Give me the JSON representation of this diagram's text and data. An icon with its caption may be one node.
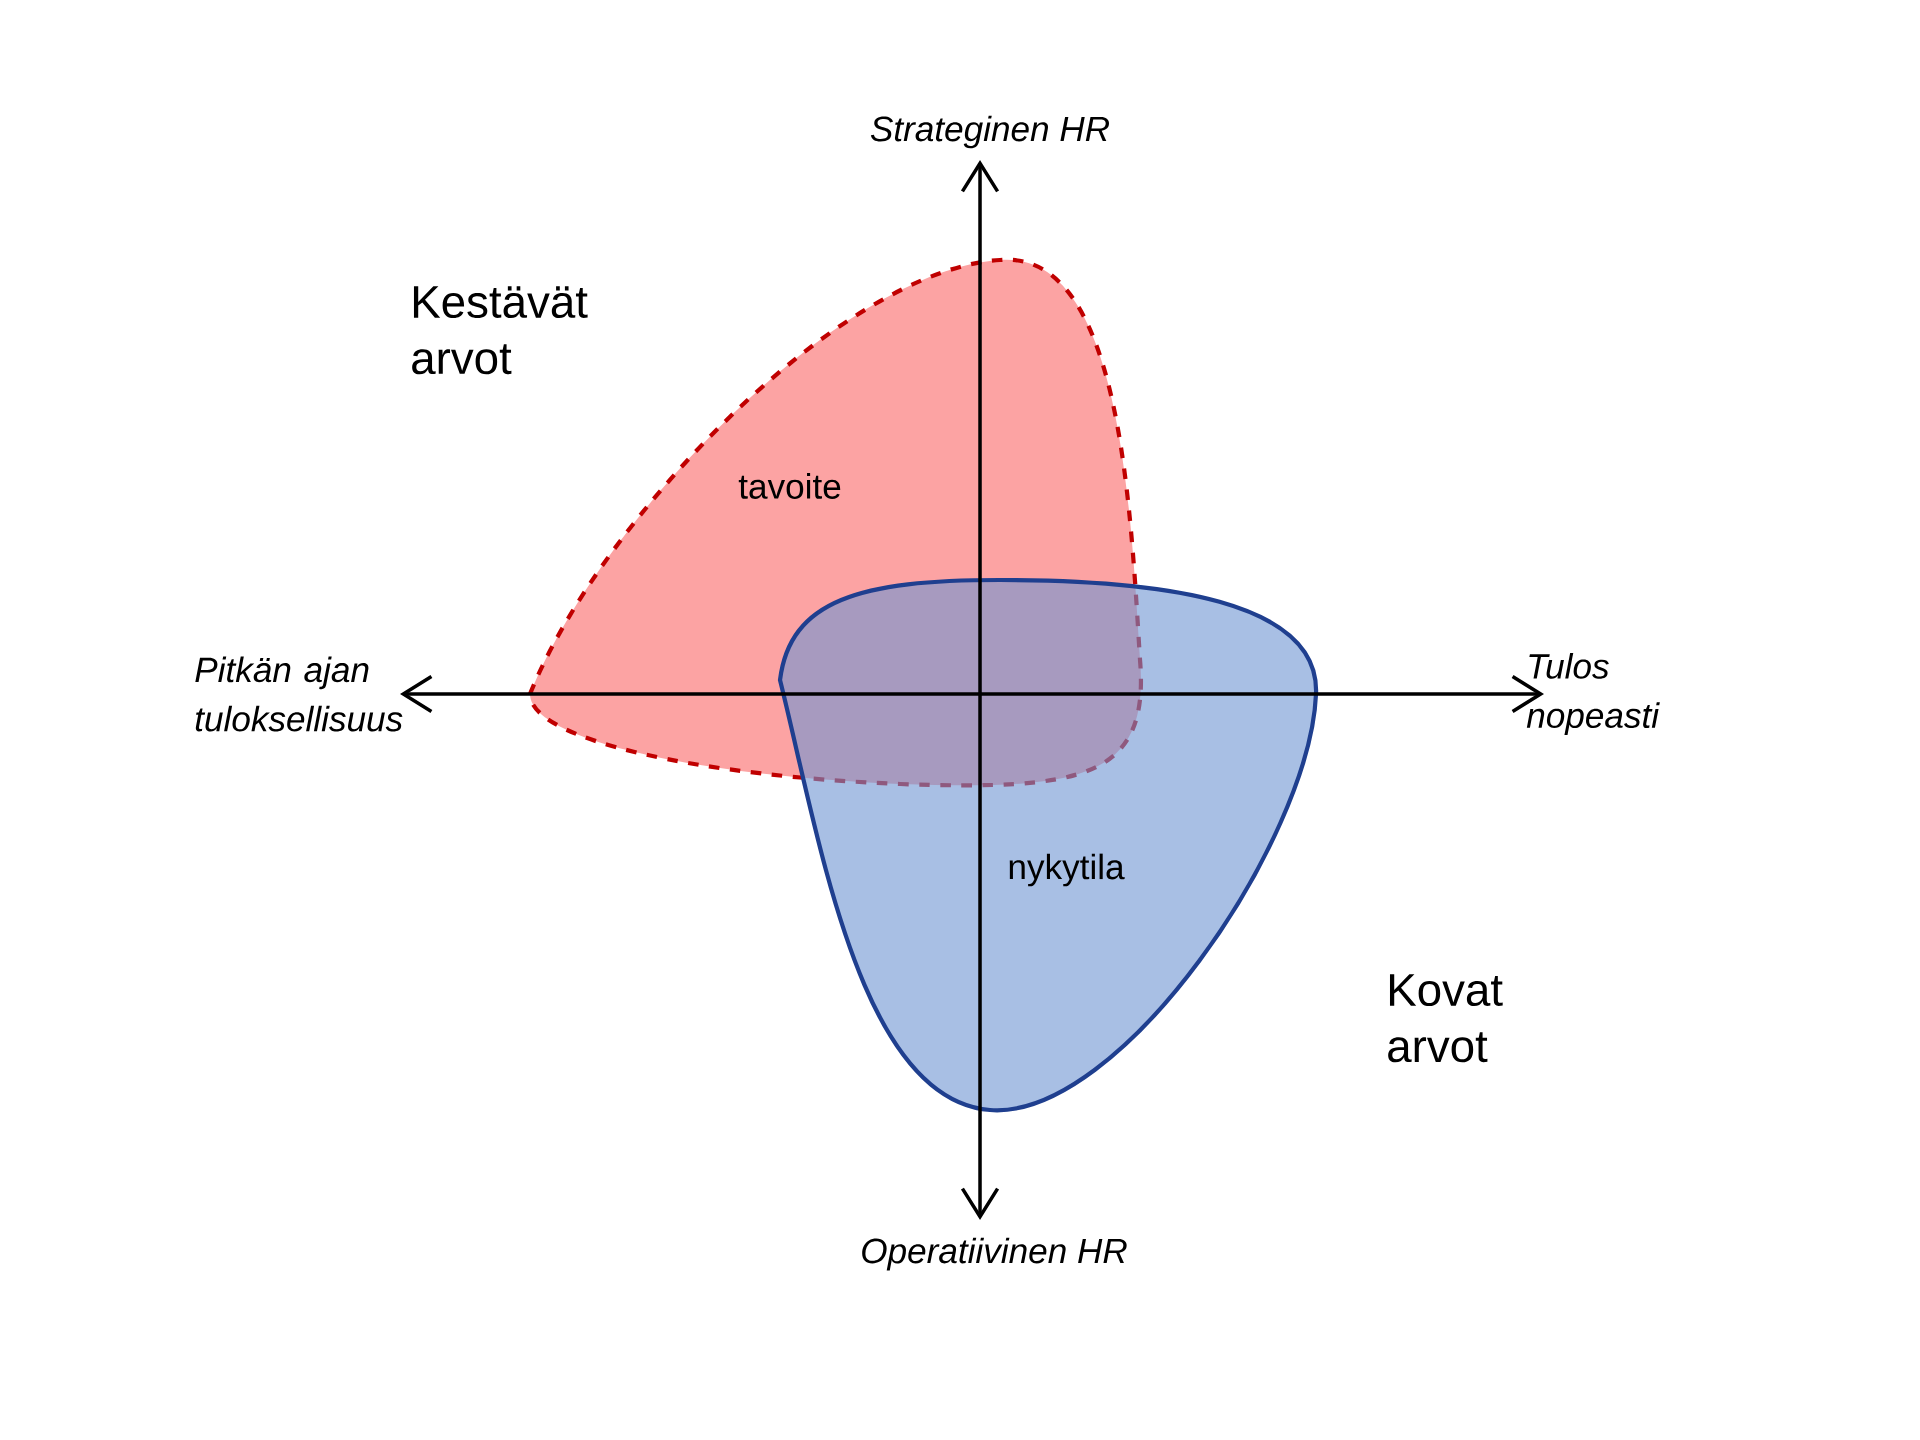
{
  "diagram": {
    "nodes": [
      {
        "text": [
          "tavoite"
        ]
      },
      {
        "text": [
          "nykytila"
        ]
      }
    ],
    "labels": [
      "Strateginen HR",
      "Kestävät arvot",
      "Pitkän ajan tuloksellisuus",
      "Tulos nopeasti",
      "Kovat arvot",
      "Operatiivinen HR"
    ]
  }
}
